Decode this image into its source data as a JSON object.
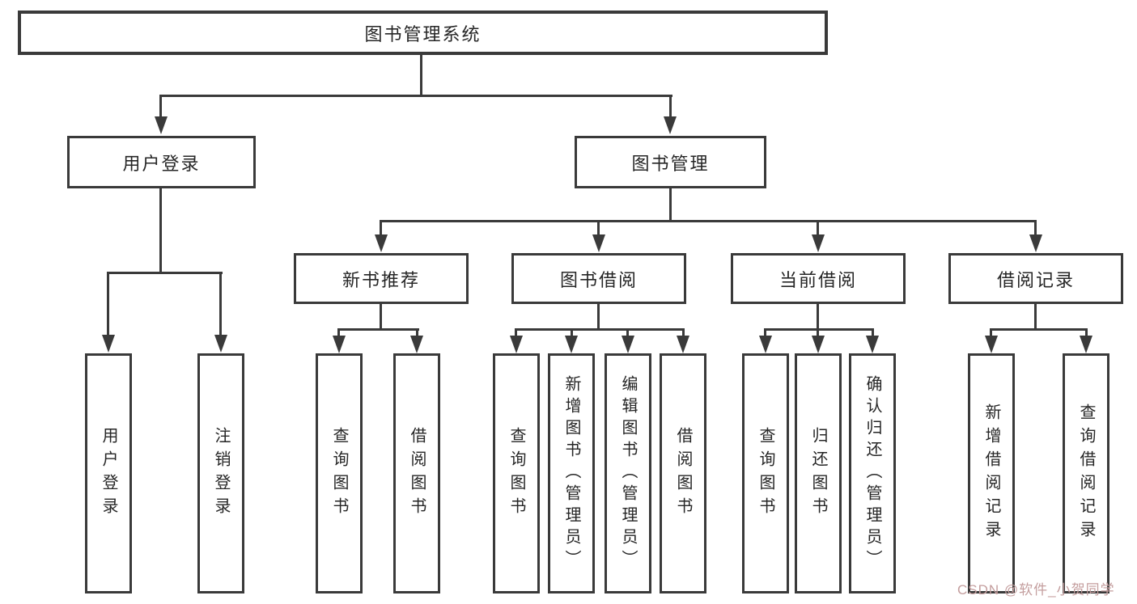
{
  "diagram": {
    "title": "图书管理系统",
    "level1": {
      "user_login": "用户登录",
      "book_mgmt": "图书管理"
    },
    "level2": {
      "new_book": "新书推荐",
      "borrow": "图书借阅",
      "current": "当前借阅",
      "record": "借阅记录"
    },
    "leaves": {
      "user_login": "用户登录",
      "logout": "注销登录",
      "nb_query": "查询图书",
      "nb_borrow": "借阅图书",
      "bb_query": "查询图书",
      "bb_add": "新增图书（管理员）",
      "bb_edit": "编辑图书（管理员）",
      "bb_borrow": "借阅图书",
      "cb_query": "查询图书",
      "cb_return": "归还图书",
      "cb_confirm": "确认归还（管理员）",
      "rec_add": "新增借阅记录",
      "rec_query": "查询借阅记录"
    },
    "watermark": "CSDN @软件_小贺同学",
    "colors": {
      "line": "#3a3a3a",
      "text": "#262626",
      "watermark": "#c49e9e",
      "background": "#ffffff"
    }
  }
}
